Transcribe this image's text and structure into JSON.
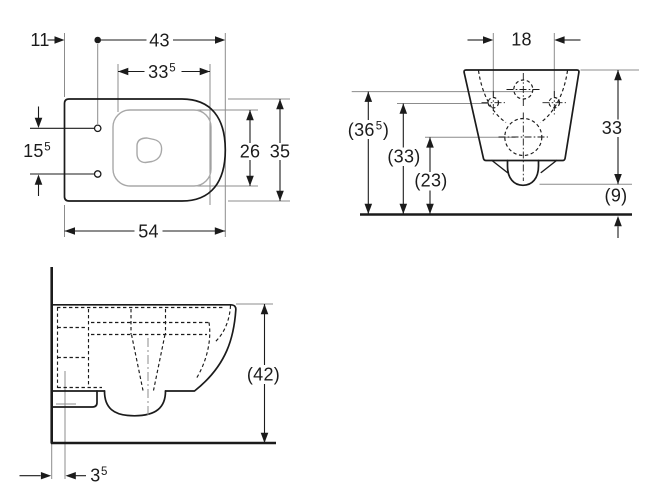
{
  "drawing": {
    "type": "technical-dimension-drawing",
    "colors": {
      "line": "#1b1b1b",
      "extension": "#8c8c8c",
      "inner_detail": "#a8a8a8",
      "background": "#ffffff"
    },
    "views": {
      "top": {
        "dims": {
          "d11": {
            "pre": "11"
          },
          "d43": {
            "pre": "43"
          },
          "d33_5": {
            "pre": "33",
            "sup": "5"
          },
          "d15_5": {
            "pre": "15",
            "sup": "5"
          },
          "d26": {
            "pre": "26"
          },
          "d35": {
            "pre": "35"
          },
          "d54": {
            "pre": "54"
          }
        }
      },
      "front": {
        "dims": {
          "d18": {
            "pre": "18"
          },
          "d36_5": {
            "pre": "(36",
            "sup": "5",
            "post": ")"
          },
          "d33_wall": {
            "pre": "(33)"
          },
          "d23": {
            "pre": "(23)"
          },
          "d33_body": {
            "pre": "33"
          },
          "d9": {
            "pre": "(9)"
          }
        }
      },
      "side": {
        "dims": {
          "d42": {
            "pre": "(42)"
          },
          "d3_5": {
            "pre": "3",
            "sup": "5"
          }
        }
      }
    }
  }
}
